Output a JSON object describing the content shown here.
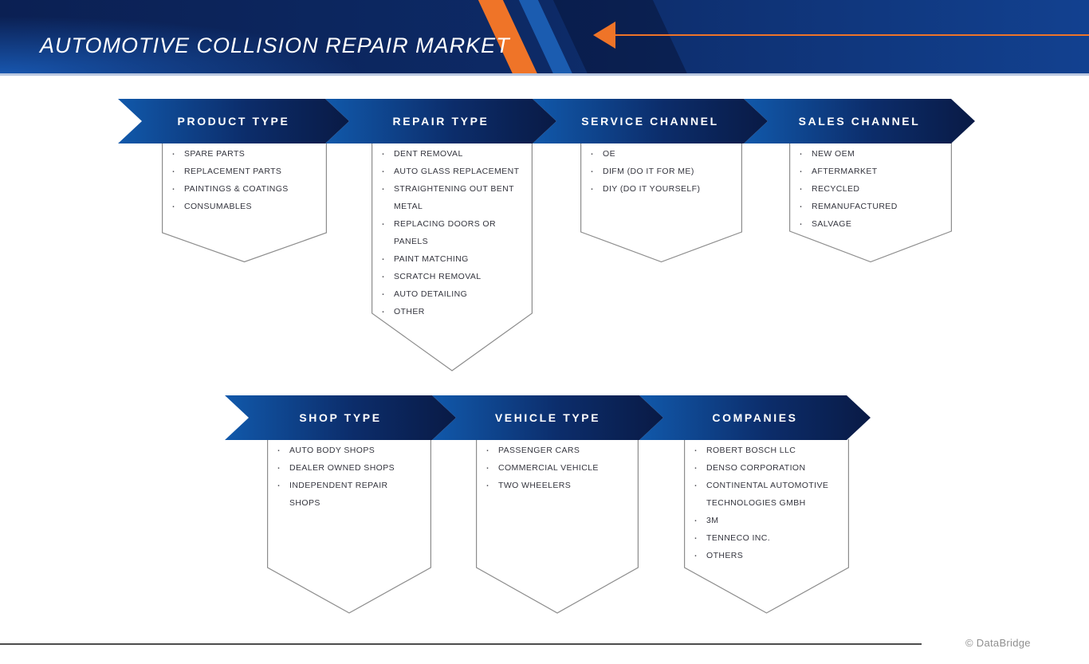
{
  "header": {
    "title": "AUTOMOTIVE COLLISION REPAIR MARKET"
  },
  "segments": [
    {
      "id": "product-type",
      "label": "PRODUCT TYPE",
      "items": [
        "SPARE PARTS",
        "REPLACEMENT PARTS",
        "PAINTINGS & COATINGS",
        "CONSUMABLES"
      ]
    },
    {
      "id": "repair-type",
      "label": "REPAIR TYPE",
      "items": [
        "DENT REMOVAL",
        "AUTO GLASS REPLACEMENT",
        "STRAIGHTENING OUT BENT METAL",
        "REPLACING DOORS OR PANELS",
        "PAINT MATCHING",
        "SCRATCH REMOVAL",
        "AUTO DETAILING",
        "OTHER"
      ]
    },
    {
      "id": "service-channel",
      "label": "SERVICE CHANNEL",
      "items": [
        "OE",
        "DIFM (DO IT FOR ME)",
        "DIY (DO IT YOURSELF)"
      ]
    },
    {
      "id": "sales-channel",
      "label": "SALES CHANNEL",
      "items": [
        "NEW OEM",
        "AFTERMARKET",
        "RECYCLED",
        "REMANUFACTURED",
        "SALVAGE"
      ]
    },
    {
      "id": "shop-type",
      "label": "SHOP TYPE",
      "items": [
        "AUTO BODY SHOPS",
        "DEALER OWNED SHOPS",
        "INDEPENDENT REPAIR SHOPS"
      ]
    },
    {
      "id": "vehicle-type",
      "label": "VEHICLE TYPE",
      "items": [
        "PASSENGER CARS",
        "COMMERCIAL VEHICLE",
        "TWO WHEELERS"
      ]
    },
    {
      "id": "companies",
      "label": "COMPANIES",
      "items": [
        "ROBERT BOSCH LLC",
        "DENSO CORPORATION",
        "CONTINENTAL AUTOMOTIVE TECHNOLOGIES GMBH",
        "3M",
        "TENNECO INC.",
        "OTHERS"
      ]
    }
  ],
  "footer": {
    "copyright": "© DataBridge"
  },
  "colors": {
    "navy": "#091a45",
    "blue": "#1159ab",
    "orange": "#ef7428",
    "text": "#34353e"
  }
}
